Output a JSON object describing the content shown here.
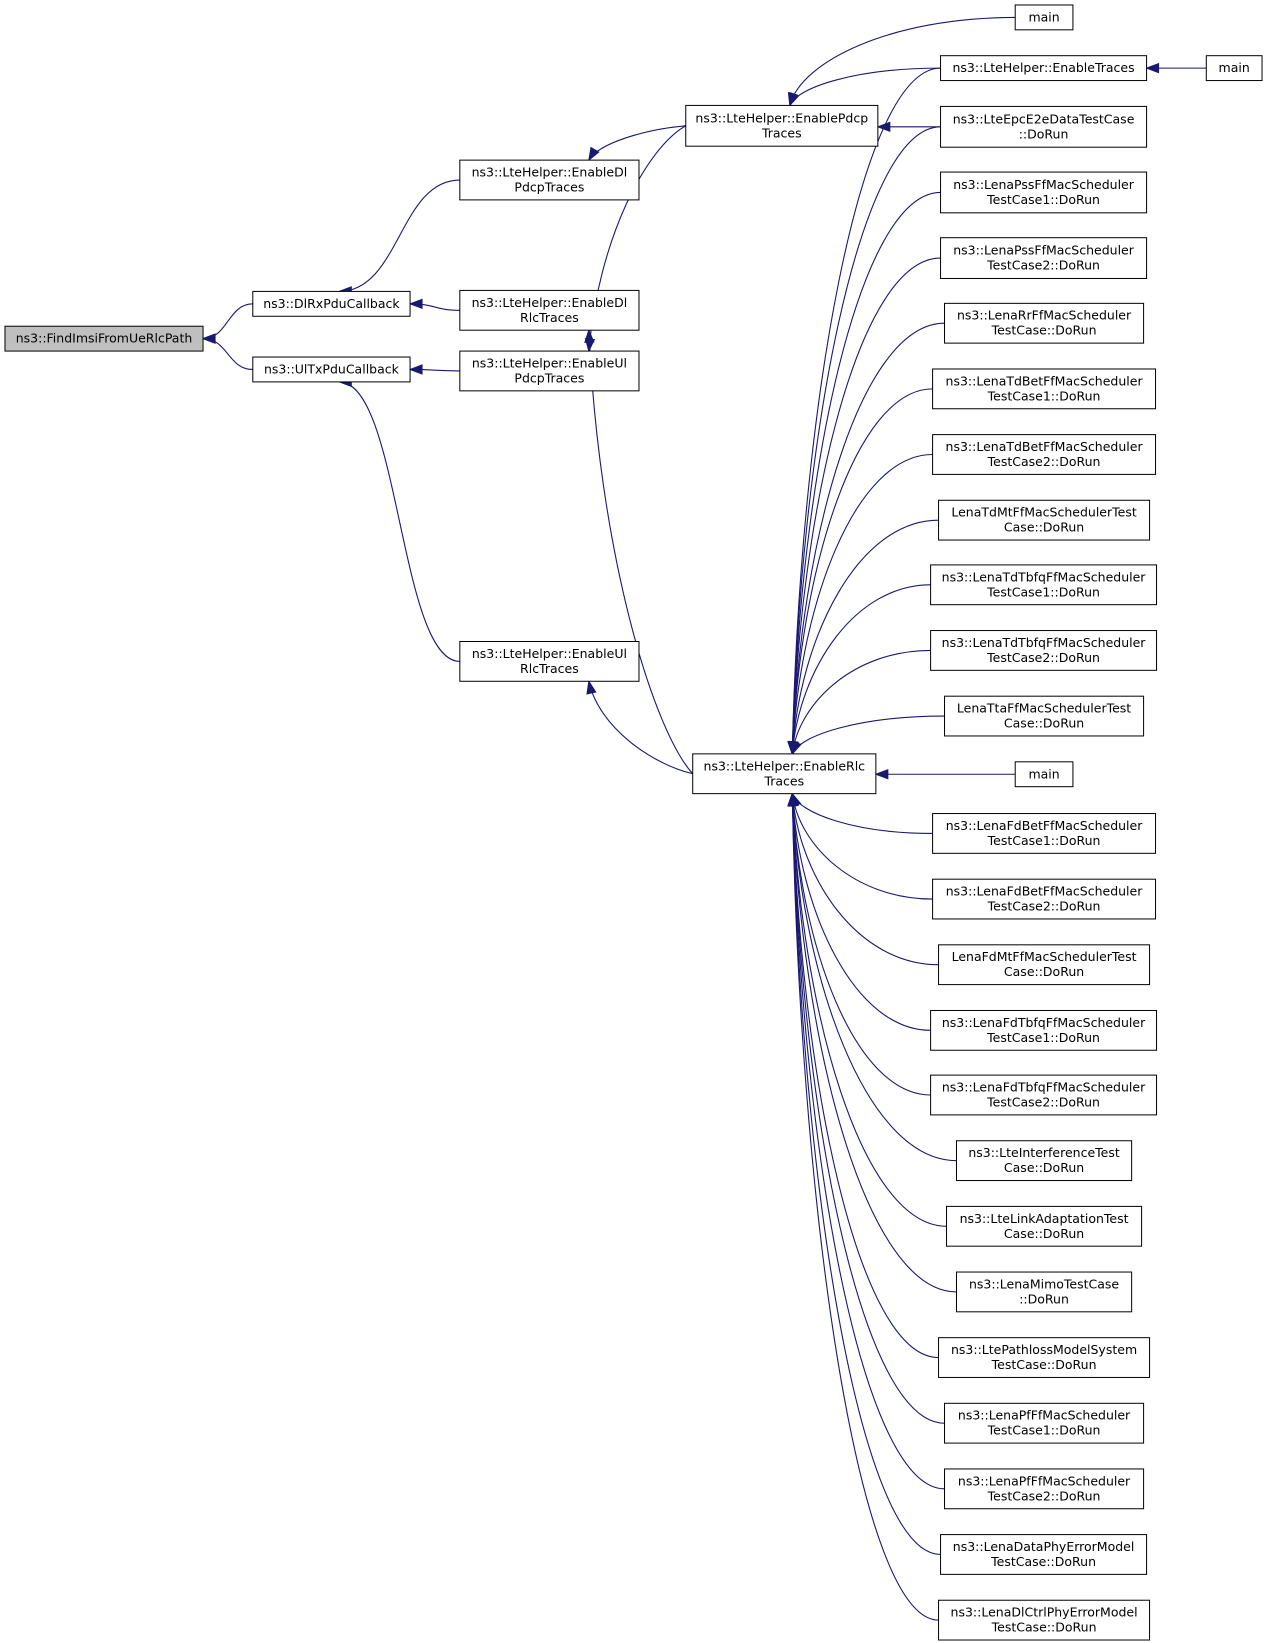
{
  "colors": {
    "edge": "#191970",
    "root_fill": "#bfbfbf",
    "node_fill": "#ffffff",
    "node_border": "#000000"
  },
  "nodes": [
    {
      "id": "root",
      "lines": [
        "ns3::FindImsiFromUeRlcPath"
      ],
      "root": true
    },
    {
      "id": "dlrx",
      "lines": [
        "ns3::DlRxPduCallback"
      ]
    },
    {
      "id": "ultx",
      "lines": [
        "ns3::UlTxPduCallback"
      ]
    },
    {
      "id": "dlpdcp",
      "lines": [
        "ns3::LteHelper::EnableDl",
        "PdcpTraces"
      ]
    },
    {
      "id": "dlrlc",
      "lines": [
        "ns3::LteHelper::EnableDl",
        "RlcTraces"
      ]
    },
    {
      "id": "ulpdcp",
      "lines": [
        "ns3::LteHelper::EnableUl",
        "PdcpTraces"
      ]
    },
    {
      "id": "ulrlc",
      "lines": [
        "ns3::LteHelper::EnableUl",
        "RlcTraces"
      ]
    },
    {
      "id": "pdcp",
      "lines": [
        "ns3::LteHelper::EnablePdcp",
        "Traces"
      ]
    },
    {
      "id": "rlc",
      "lines": [
        "ns3::LteHelper::EnableRlc",
        "Traces"
      ]
    },
    {
      "id": "main1",
      "lines": [
        "main"
      ]
    },
    {
      "id": "traces",
      "lines": [
        "ns3::LteHelper::EnableTraces"
      ]
    },
    {
      "id": "main2",
      "lines": [
        "main"
      ]
    },
    {
      "id": "e2e",
      "lines": [
        "ns3::LteEpcE2eDataTestCase",
        "::DoRun"
      ]
    },
    {
      "id": "pss1",
      "lines": [
        "ns3::LenaPssFfMacScheduler",
        "TestCase1::DoRun"
      ]
    },
    {
      "id": "pss2",
      "lines": [
        "ns3::LenaPssFfMacScheduler",
        "TestCase2::DoRun"
      ]
    },
    {
      "id": "rr",
      "lines": [
        "ns3::LenaRrFfMacScheduler",
        "TestCase::DoRun"
      ]
    },
    {
      "id": "tdbet1",
      "lines": [
        "ns3::LenaTdBetFfMacScheduler",
        "TestCase1::DoRun"
      ]
    },
    {
      "id": "tdbet2",
      "lines": [
        "ns3::LenaTdBetFfMacScheduler",
        "TestCase2::DoRun"
      ]
    },
    {
      "id": "tdmt",
      "lines": [
        "LenaTdMtFfMacSchedulerTest",
        "Case::DoRun"
      ]
    },
    {
      "id": "tdtbfq1",
      "lines": [
        "ns3::LenaTdTbfqFfMacScheduler",
        "TestCase1::DoRun"
      ]
    },
    {
      "id": "tdtbfq2",
      "lines": [
        "ns3::LenaTdTbfqFfMacScheduler",
        "TestCase2::DoRun"
      ]
    },
    {
      "id": "tta",
      "lines": [
        "LenaTtaFfMacSchedulerTest",
        "Case::DoRun"
      ]
    },
    {
      "id": "main3",
      "lines": [
        "main"
      ]
    },
    {
      "id": "fdbet1",
      "lines": [
        "ns3::LenaFdBetFfMacScheduler",
        "TestCase1::DoRun"
      ]
    },
    {
      "id": "fdbet2",
      "lines": [
        "ns3::LenaFdBetFfMacScheduler",
        "TestCase2::DoRun"
      ]
    },
    {
      "id": "fdmt",
      "lines": [
        "LenaFdMtFfMacSchedulerTest",
        "Case::DoRun"
      ]
    },
    {
      "id": "fdtbfq1",
      "lines": [
        "ns3::LenaFdTbfqFfMacScheduler",
        "TestCase1::DoRun"
      ]
    },
    {
      "id": "fdtbfq2",
      "lines": [
        "ns3::LenaFdTbfqFfMacScheduler",
        "TestCase2::DoRun"
      ]
    },
    {
      "id": "interf",
      "lines": [
        "ns3::LteInterferenceTest",
        "Case::DoRun"
      ]
    },
    {
      "id": "linkad",
      "lines": [
        "ns3::LteLinkAdaptationTest",
        "Case::DoRun"
      ]
    },
    {
      "id": "mimo",
      "lines": [
        "ns3::LenaMimoTestCase",
        "::DoRun"
      ]
    },
    {
      "id": "pathloss",
      "lines": [
        "ns3::LtePathlossModelSystem",
        "TestCase::DoRun"
      ]
    },
    {
      "id": "pf1",
      "lines": [
        "ns3::LenaPfFfMacScheduler",
        "TestCase1::DoRun"
      ]
    },
    {
      "id": "pf2",
      "lines": [
        "ns3::LenaPfFfMacScheduler",
        "TestCase2::DoRun"
      ]
    },
    {
      "id": "dataphy",
      "lines": [
        "ns3::LenaDataPhyErrorModel",
        "TestCase::DoRun"
      ]
    },
    {
      "id": "dlctrl",
      "lines": [
        "ns3::LenaDlCtrlPhyErrorModel",
        "TestCase::DoRun"
      ]
    }
  ],
  "edges": [
    {
      "from": "dlrx",
      "to": "root"
    },
    {
      "from": "ultx",
      "to": "root"
    },
    {
      "from": "dlpdcp",
      "to": "dlrx"
    },
    {
      "from": "dlrlc",
      "to": "dlrx"
    },
    {
      "from": "ulpdcp",
      "to": "ultx"
    },
    {
      "from": "ulrlc",
      "to": "ultx"
    },
    {
      "from": "pdcp",
      "to": "dlpdcp"
    },
    {
      "from": "pdcp",
      "to": "ulpdcp"
    },
    {
      "from": "rlc",
      "to": "dlrlc"
    },
    {
      "from": "rlc",
      "to": "ulrlc"
    },
    {
      "from": "main1",
      "to": "pdcp"
    },
    {
      "from": "traces",
      "to": "pdcp"
    },
    {
      "from": "e2e",
      "to": "pdcp"
    },
    {
      "from": "main2",
      "to": "traces"
    },
    {
      "from": "traces",
      "to": "rlc"
    },
    {
      "from": "e2e",
      "to": "rlc"
    },
    {
      "from": "pss1",
      "to": "rlc"
    },
    {
      "from": "pss2",
      "to": "rlc"
    },
    {
      "from": "rr",
      "to": "rlc"
    },
    {
      "from": "tdbet1",
      "to": "rlc"
    },
    {
      "from": "tdbet2",
      "to": "rlc"
    },
    {
      "from": "tdmt",
      "to": "rlc"
    },
    {
      "from": "tdtbfq1",
      "to": "rlc"
    },
    {
      "from": "tdtbfq2",
      "to": "rlc"
    },
    {
      "from": "tta",
      "to": "rlc"
    },
    {
      "from": "main3",
      "to": "rlc"
    },
    {
      "from": "fdbet1",
      "to": "rlc"
    },
    {
      "from": "fdbet2",
      "to": "rlc"
    },
    {
      "from": "fdmt",
      "to": "rlc"
    },
    {
      "from": "fdtbfq1",
      "to": "rlc"
    },
    {
      "from": "fdtbfq2",
      "to": "rlc"
    },
    {
      "from": "interf",
      "to": "rlc"
    },
    {
      "from": "linkad",
      "to": "rlc"
    },
    {
      "from": "mimo",
      "to": "rlc"
    },
    {
      "from": "pathloss",
      "to": "rlc"
    },
    {
      "from": "pf1",
      "to": "rlc"
    },
    {
      "from": "pf2",
      "to": "rlc"
    },
    {
      "from": "dataphy",
      "to": "rlc"
    },
    {
      "from": "dlctrl",
      "to": "rlc"
    }
  ]
}
